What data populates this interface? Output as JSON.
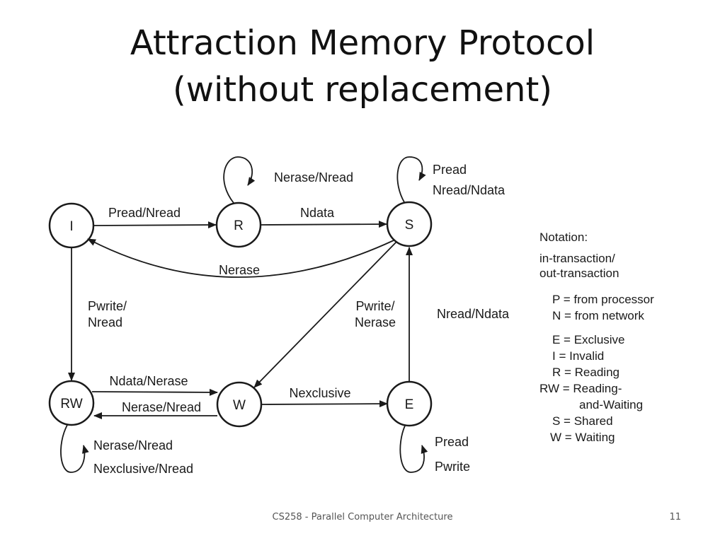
{
  "slide": {
    "title_line1": "Attraction Memory Protocol",
    "title_line2": "(without replacement)",
    "footer": "CS258 - Parallel Computer Architecture",
    "page_number": "11"
  },
  "states": {
    "I": "I",
    "R": "R",
    "S": "S",
    "RW": "RW",
    "W": "W",
    "E": "E"
  },
  "transitions": {
    "R_self": "Nerase/Nread",
    "S_self_1": "Pread",
    "S_self_2": "Nread/Ndata",
    "I_to_R": "Pread/Nread",
    "R_to_S": "Ndata",
    "S_to_I": "Nerase",
    "I_to_RW_1": "Pwrite/",
    "I_to_RW_2": "Nread",
    "S_to_W_1": "Pwrite/",
    "S_to_W_2": "Nerase",
    "E_to_S": "Nread/Ndata",
    "RW_to_W": "Ndata/Nerase",
    "W_to_RW": "Nerase/Nread",
    "W_to_E": "Nexclusive",
    "RW_self_1": "Nerase/Nread",
    "RW_self_2": "Nexclusive/Nread",
    "E_self_1": "Pread",
    "E_self_2": "Pwrite"
  },
  "notation": {
    "heading": "Notation:",
    "line1": "in-transaction/",
    "line2": "out-transaction",
    "p": "P = from processor",
    "n": "N = from network",
    "e": "E = Exclusive",
    "i": "I = Invalid",
    "r": "R = Reading",
    "rw1": "RW = Reading-",
    "rw2": "and-Waiting",
    "s": "S = Shared",
    "w": "W = Waiting"
  }
}
